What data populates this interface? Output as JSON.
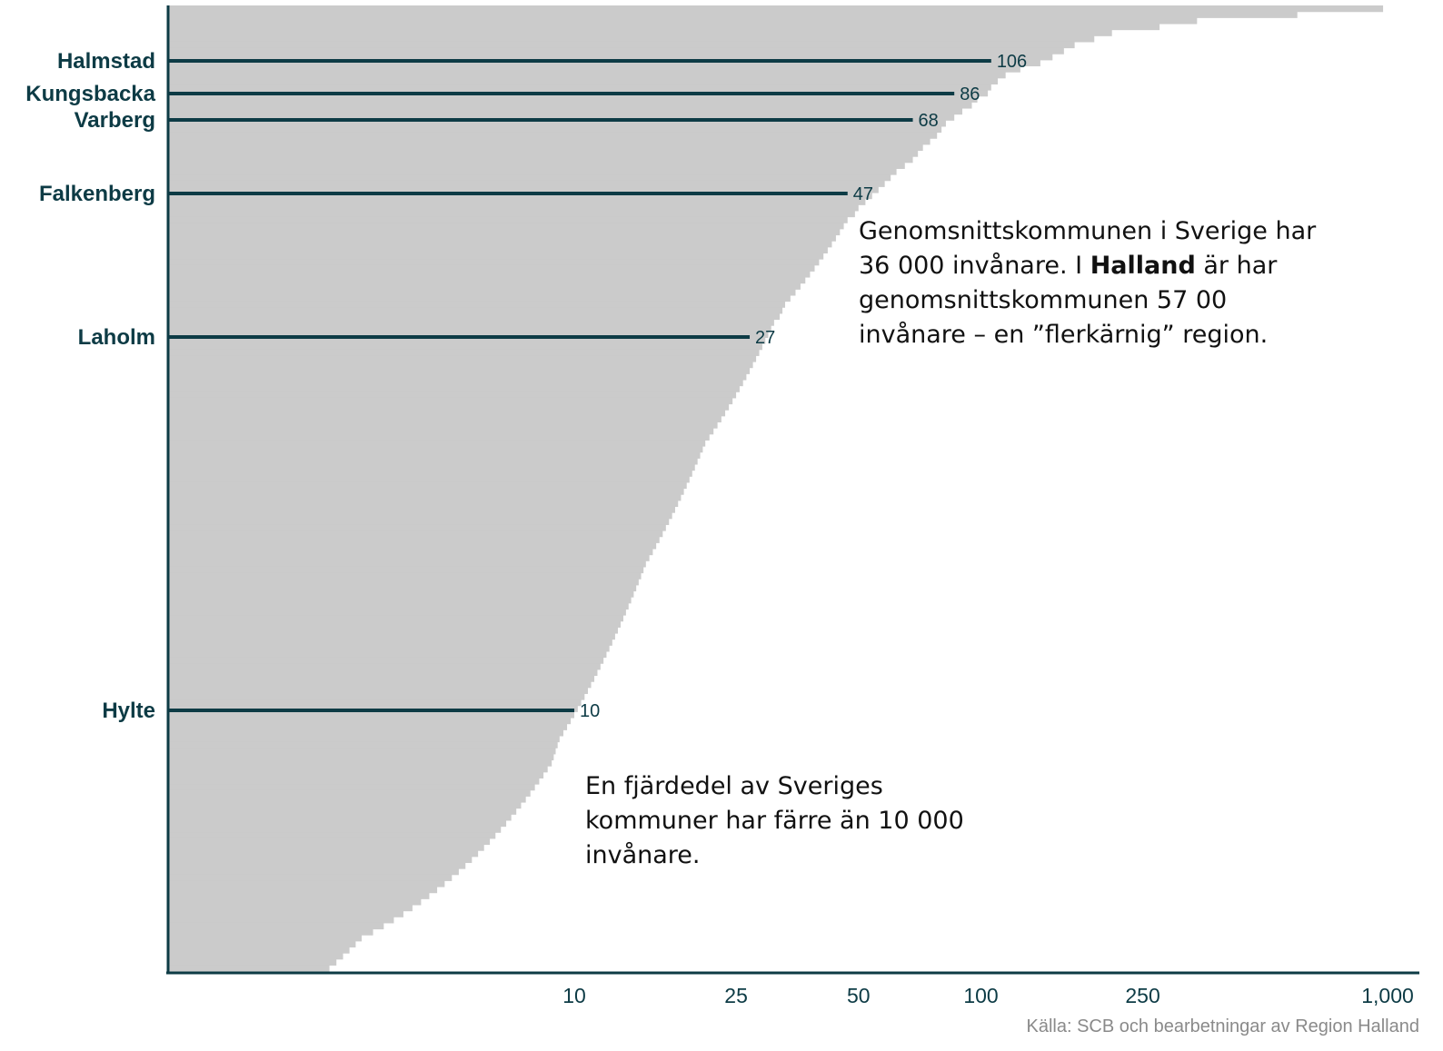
{
  "colors": {
    "bars": "#cbcbcb",
    "highlight": "#0d3b45",
    "axis": "#0d3b45",
    "text": "#111111",
    "source": "#8a8a8a"
  },
  "annotations": {
    "average": {
      "before": "Genomsnittskommunen i Sverige har 36 000 invånare. I ",
      "bold": "Halland",
      "after": " är har genomsnittskommunen 57 00 invånare – en ”flerkärnig” region."
    },
    "quarter": "En fjärdedel av Sveriges kommuner har färre än 10 000 invånare."
  },
  "source": "Källa: SCB och bearbetningar av Region Halland",
  "chart_data": {
    "type": "bar",
    "orientation": "horizontal",
    "title": "",
    "xlabel": "",
    "ylabel": "",
    "x_scale": "log",
    "x_ticks": [
      {
        "value": 10,
        "label": "10"
      },
      {
        "value": 25,
        "label": "25"
      },
      {
        "value": 50,
        "label": "50"
      },
      {
        "value": 100,
        "label": "100"
      },
      {
        "value": 250,
        "label": "250"
      },
      {
        "value": 1000,
        "label": "1,000"
      }
    ],
    "highlighted": [
      {
        "name": "Halmstad",
        "value": 106,
        "label": "106"
      },
      {
        "name": "Kungsbacka",
        "value": 86,
        "label": "86"
      },
      {
        "name": "Varberg",
        "value": 68,
        "label": "68"
      },
      {
        "name": "Falkenberg",
        "value": 47,
        "label": "47"
      },
      {
        "name": "Laholm",
        "value": 27,
        "label": "27"
      },
      {
        "name": "Hylte",
        "value": 10,
        "label": "10"
      }
    ],
    "distribution_sorted_desc": [
      975,
      600,
      340,
      275,
      210,
      190,
      170,
      160,
      150,
      140,
      125,
      115,
      110,
      106,
      104,
      98,
      95,
      90,
      86,
      82,
      80,
      78,
      75,
      72,
      70,
      68,
      65,
      62,
      60,
      58,
      56,
      54,
      52,
      50,
      49,
      47,
      46,
      45,
      44,
      43,
      42,
      41,
      40,
      39,
      38,
      37,
      36,
      35,
      34,
      33,
      32.5,
      32,
      31,
      30.5,
      30,
      29.5,
      29,
      28.5,
      28,
      27.5,
      27,
      26.5,
      26,
      25.5,
      25,
      24.5,
      24,
      23.5,
      23,
      22.5,
      22,
      21.5,
      21,
      20.7,
      20.4,
      20.1,
      19.8,
      19.5,
      19.2,
      18.9,
      18.6,
      18.3,
      18,
      17.7,
      17.4,
      17.1,
      16.8,
      16.5,
      16.2,
      15.9,
      15.6,
      15.3,
      15,
      14.8,
      14.6,
      14.4,
      14.2,
      14,
      13.8,
      13.6,
      13.4,
      13.2,
      13,
      12.8,
      12.6,
      12.4,
      12.2,
      12,
      11.8,
      11.6,
      11.4,
      11.2,
      11,
      10.8,
      10.6,
      10.4,
      10.2,
      10,
      9.8,
      9.6,
      9.4,
      9.2,
      9.1,
      9,
      8.9,
      8.8,
      8.6,
      8.4,
      8.2,
      8,
      7.8,
      7.6,
      7.4,
      7.2,
      7,
      6.8,
      6.6,
      6.4,
      6.2,
      6,
      5.8,
      5.6,
      5.4,
      5.2,
      5,
      4.8,
      4.6,
      4.4,
      4.2,
      4,
      3.8,
      3.6,
      3.4,
      3.2,
      3,
      2.9,
      2.8,
      2.7,
      2.6,
      2.5
    ]
  }
}
